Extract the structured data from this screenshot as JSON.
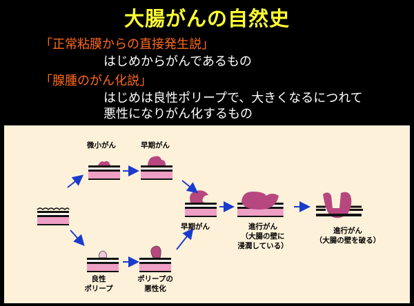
{
  "title": "大腸がんの自然史",
  "theory1": {
    "heading": "「正常粘膜からの直接発生説」",
    "lines": [
      "はじめからがんであるもの"
    ]
  },
  "theory2": {
    "heading": "「腺腫のがん化説」",
    "lines": [
      "はじめは良性ポリープで、大きくなるにつれて",
      "悪性になりがん化するもの"
    ]
  },
  "diagram": {
    "labels": {
      "micro_cancer": "微小がん",
      "early_cancer_top": "早期がん",
      "benign_polyp": [
        "良性",
        "ポリープ"
      ],
      "malignant_polyp": [
        "ポリープの",
        "悪性化"
      ],
      "early_cancer": "早期がん",
      "advanced_invading": [
        "進行がん",
        "（大腸の壁に",
        "浸潤している）"
      ],
      "advanced_breaking": [
        "進行がん",
        "（大腸の壁を破る）"
      ]
    }
  },
  "colors": {
    "title": "#ffff33",
    "heading": "#ff6a1a",
    "text": "#ffffff",
    "panel_bg": "#fdf1da",
    "arrow": "#1a3ccc",
    "tissue_pink": "#ee9fc4",
    "tissue_dark": "#111111",
    "tumor": "#b7477f"
  }
}
